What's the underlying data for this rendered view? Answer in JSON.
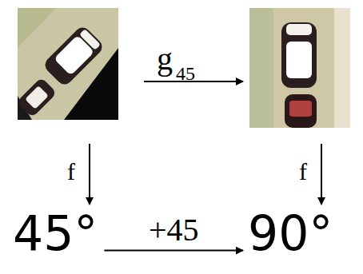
{
  "diagram": {
    "nodes": [
      {
        "text": [
          "45°"
        ]
      },
      {
        "text": [
          "90°"
        ]
      }
    ],
    "edges": [
      {
        "from": 0,
        "to": 1,
        "arrow": "to",
        "label": "+45"
      }
    ],
    "labels": [
      "g",
      "45",
      "f",
      "f"
    ]
  }
}
